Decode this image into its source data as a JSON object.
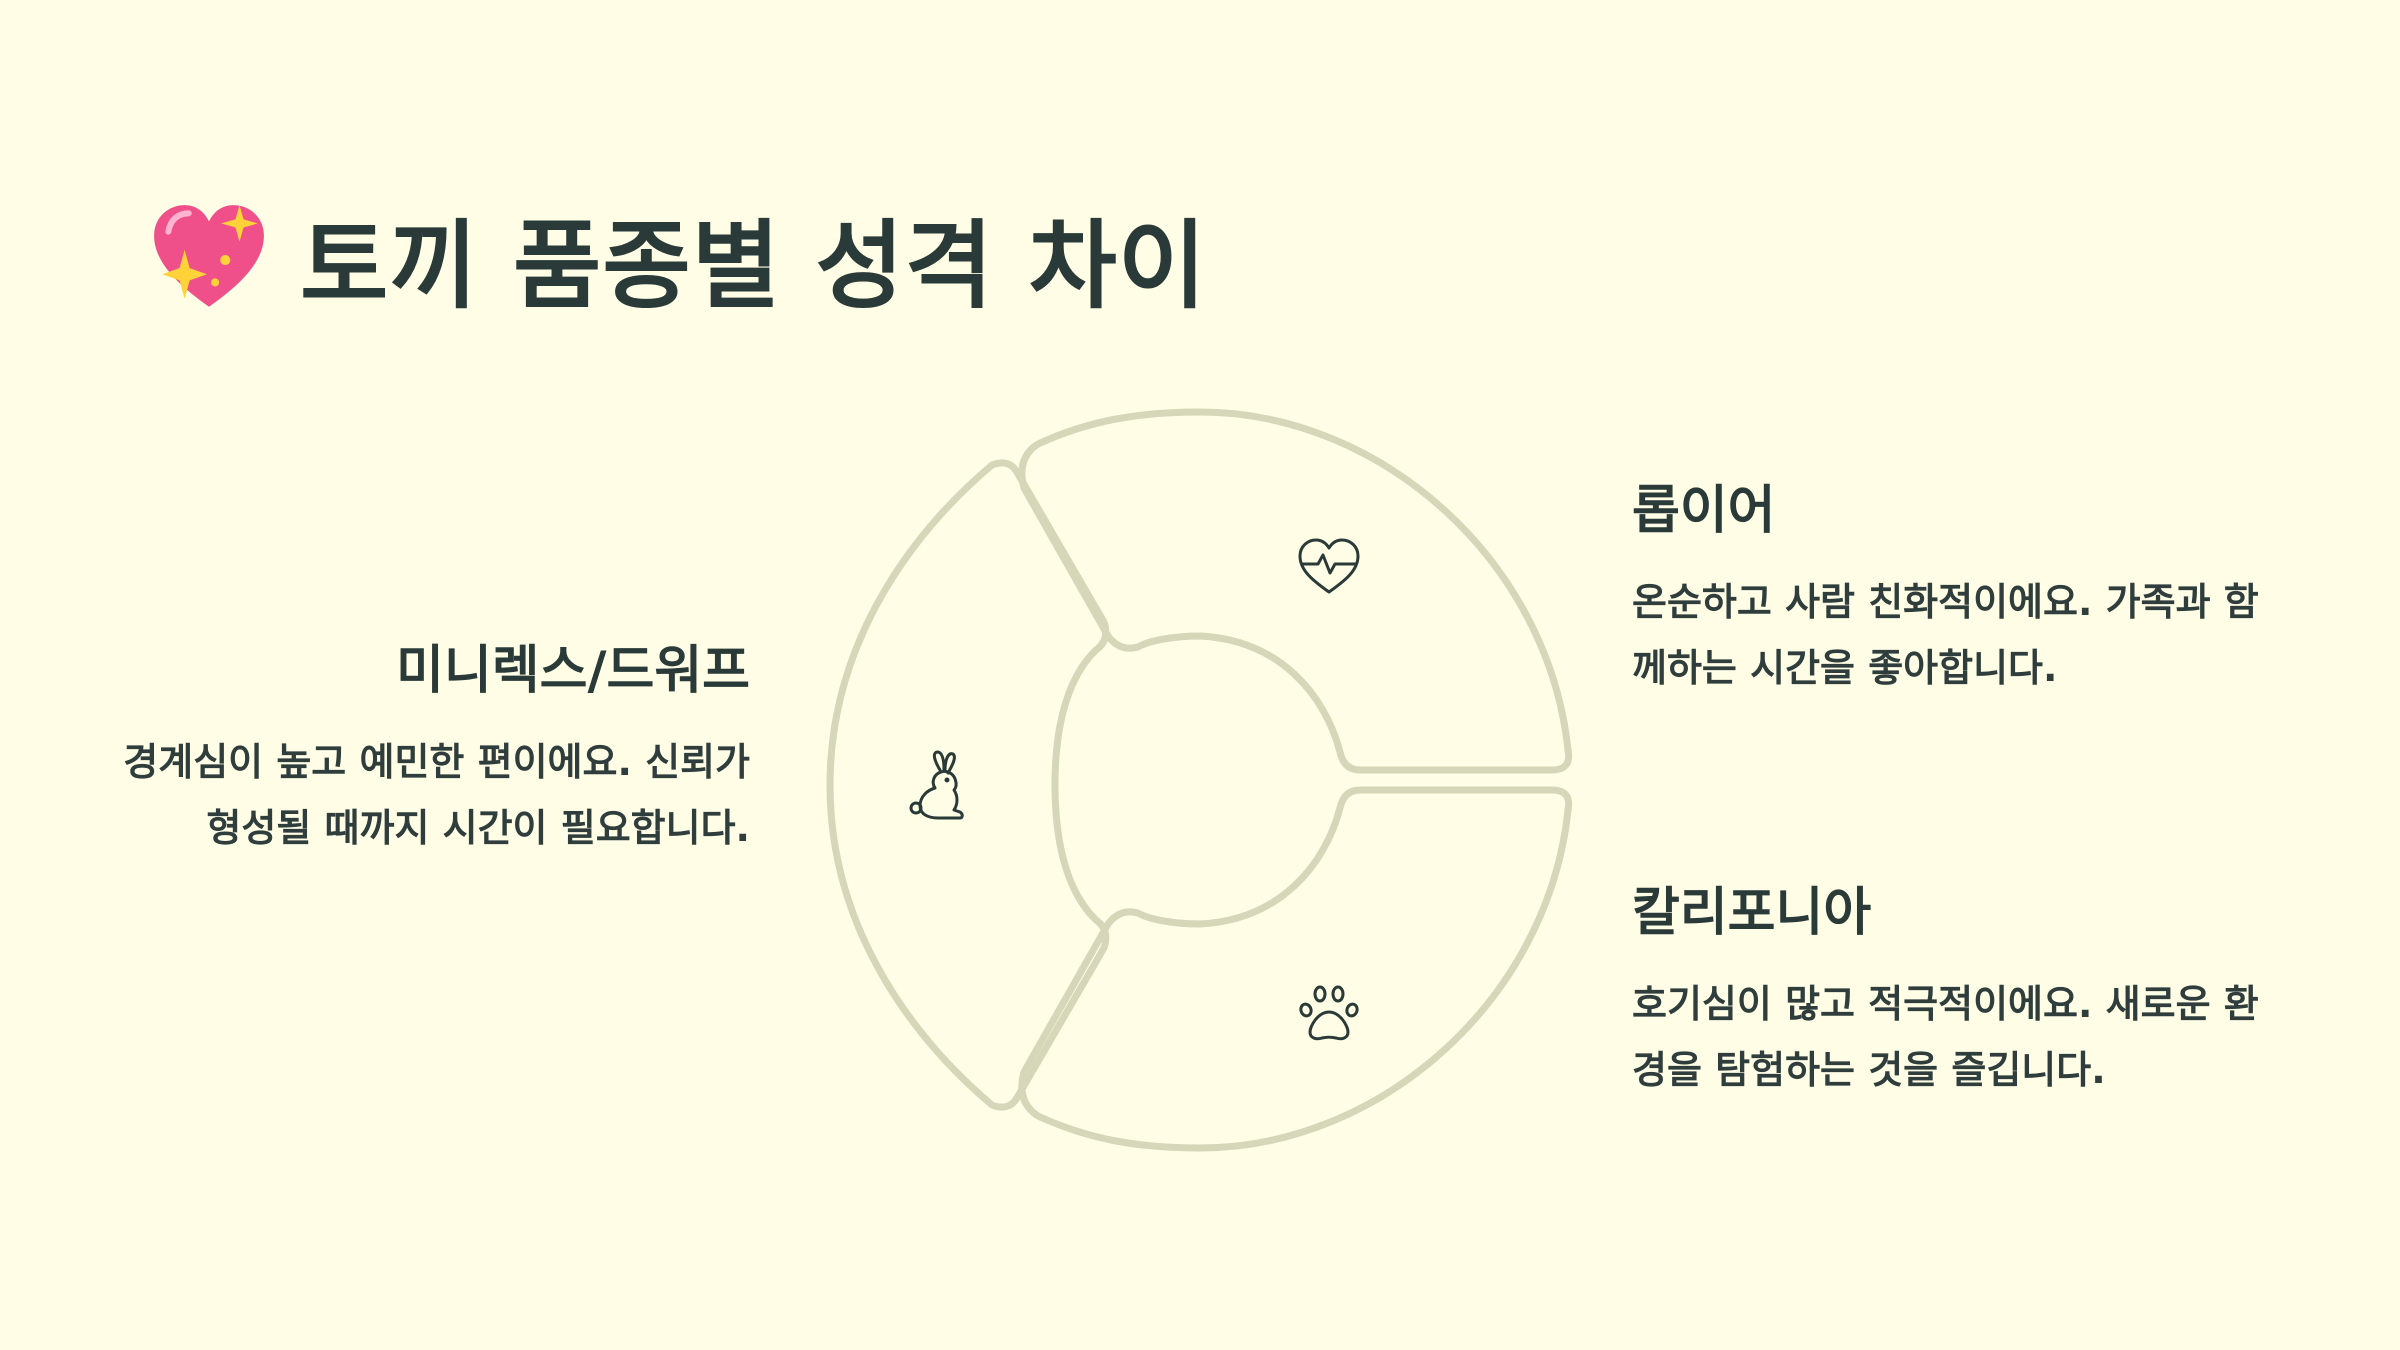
{
  "title": "토끼 품종별 성격 차이",
  "icons": {
    "title": "sparkling-heart-icon",
    "rabbit": "rabbit-icon",
    "heart": "heartbeat-icon",
    "paw": "paw-icon"
  },
  "colors": {
    "background": "#fffde6",
    "ring_stroke": "#d6d6b8",
    "text": "#2a3a38",
    "heart": "#f0508a",
    "sparkle": "#ffd23a"
  },
  "breeds": [
    {
      "name": "미니렉스/드워프",
      "desc": "경계심이 높고 예민한 편이에요. 신뢰가 형성될 때까지 시간이 필요합니다."
    },
    {
      "name": "롭이어",
      "desc": "온순하고 사람 친화적이에요. 가족과 함께하는 시간을 좋아합니다."
    },
    {
      "name": "칼리포니아",
      "desc": "호기심이 많고 적극적이에요. 새로운 환경을 탐험하는 것을 즐깁니다."
    }
  ]
}
